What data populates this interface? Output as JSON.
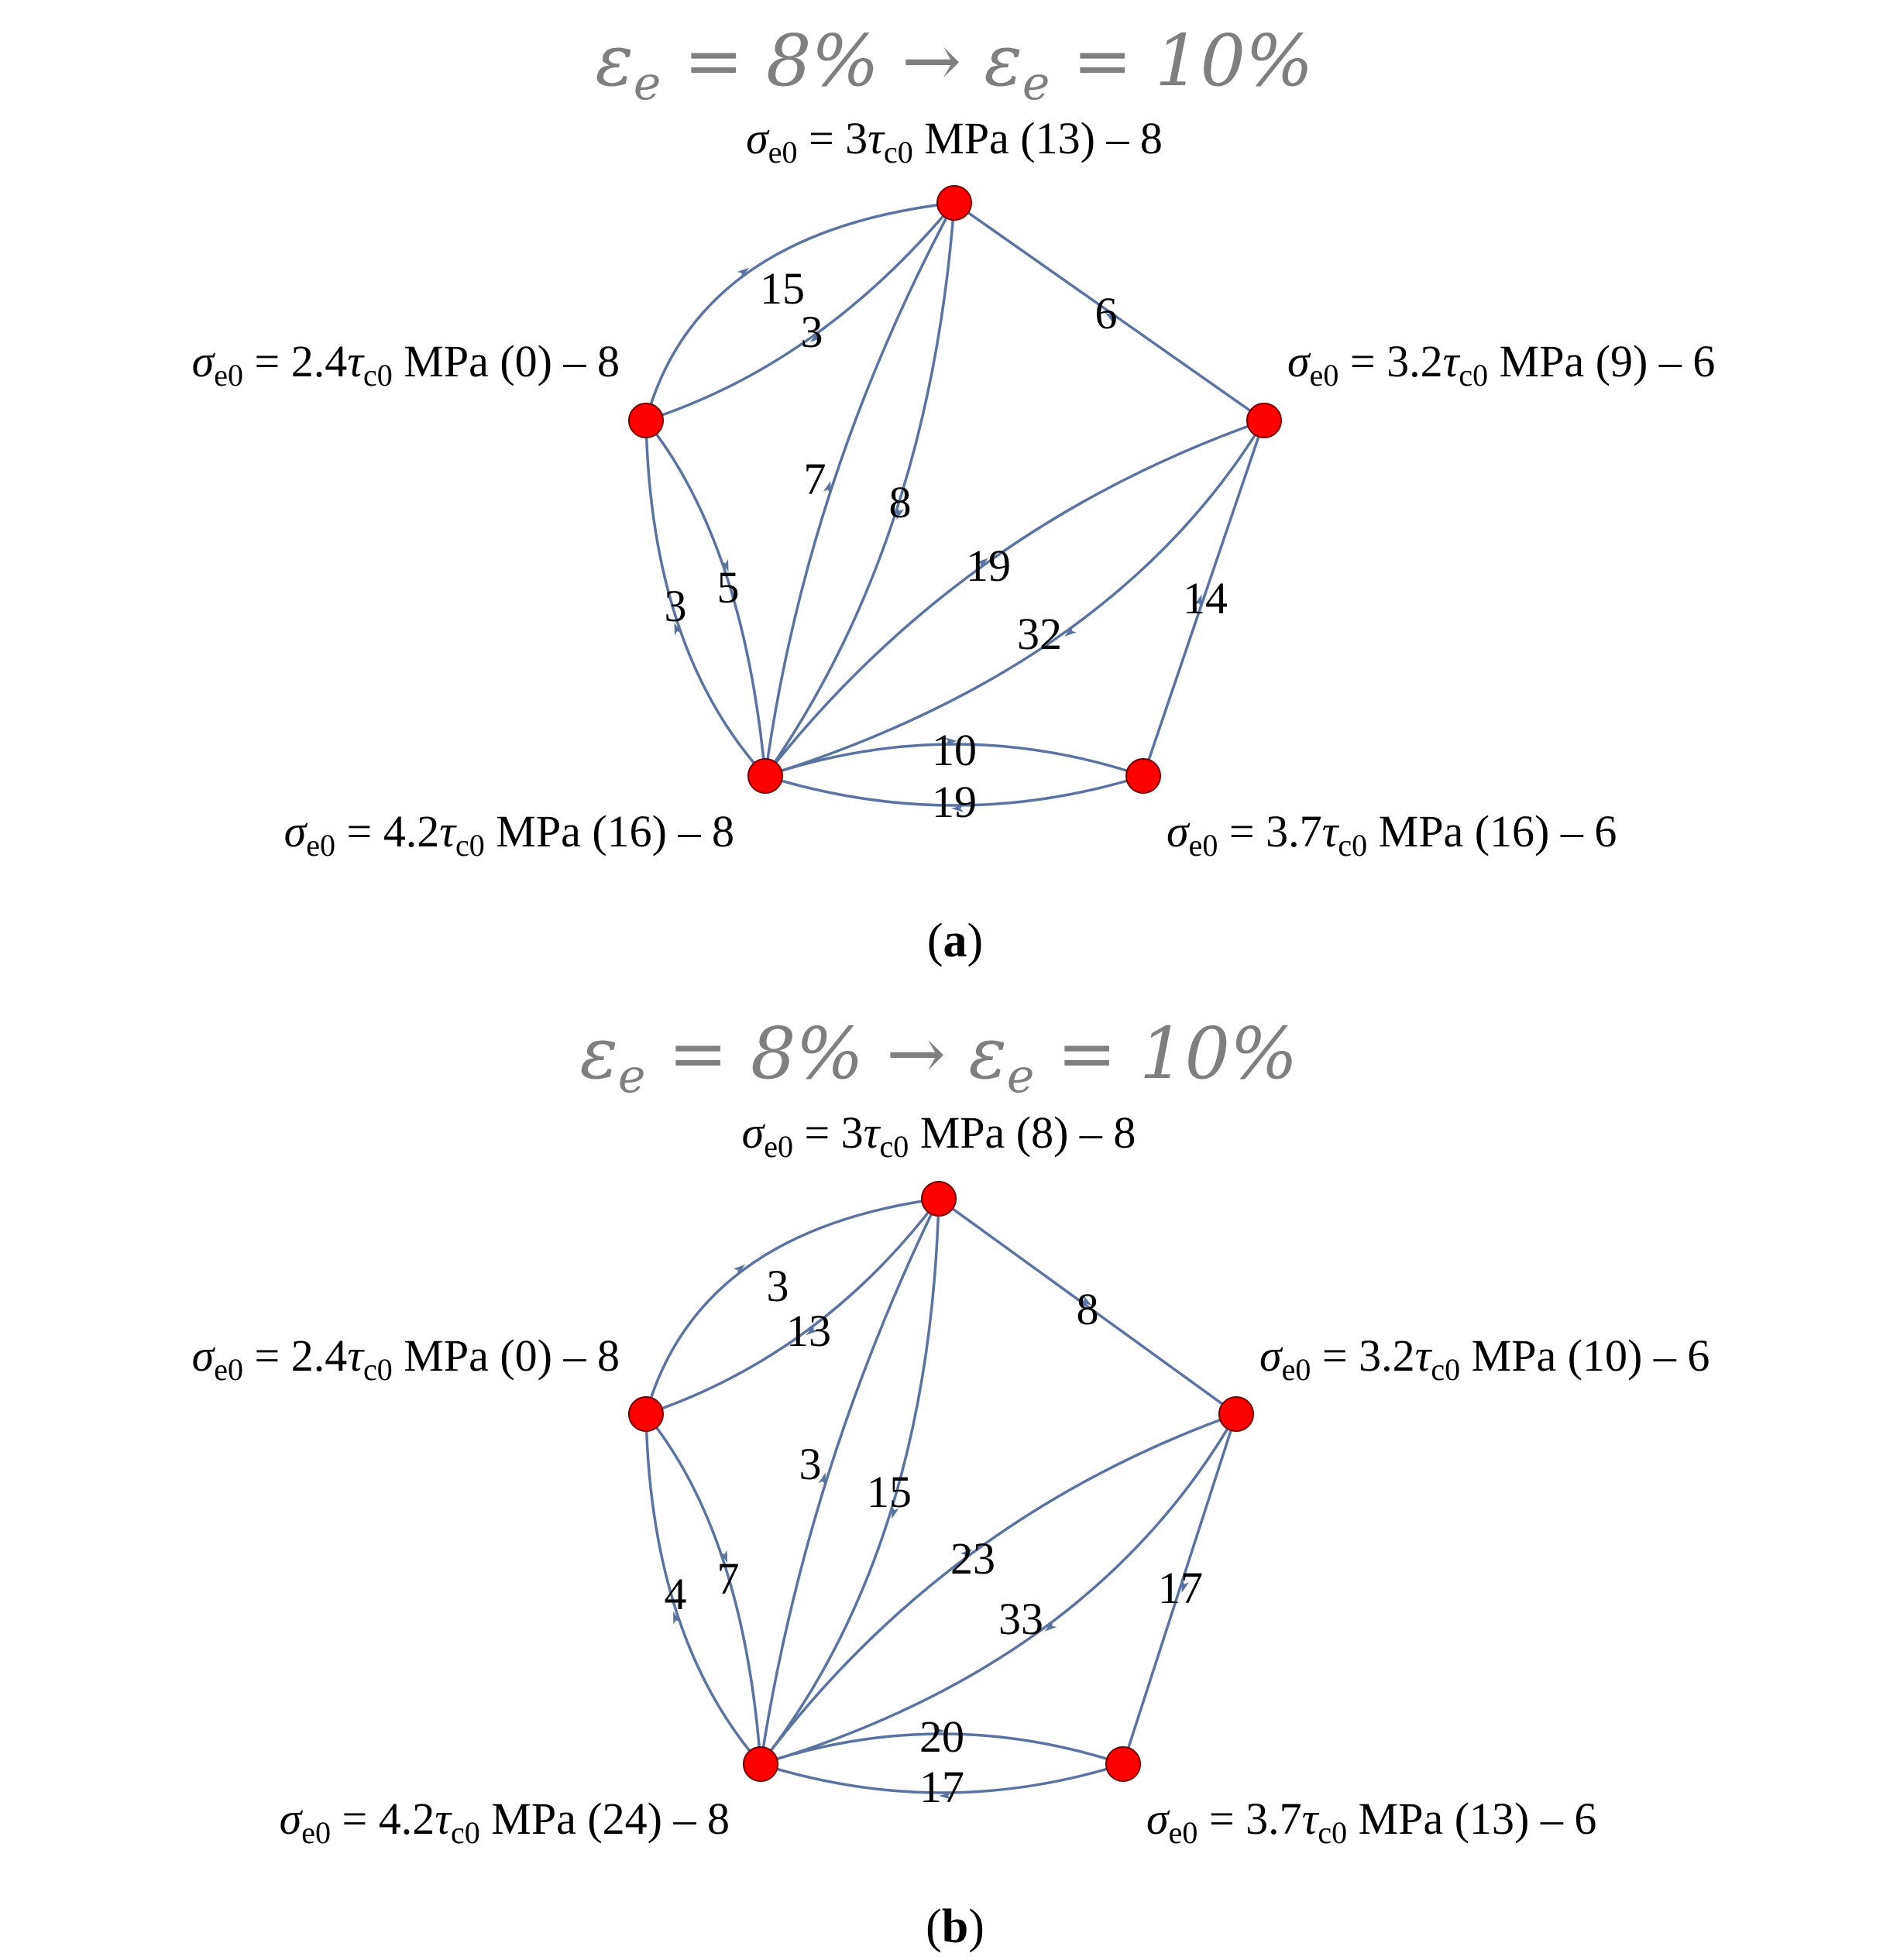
{
  "panels": [
    {
      "id": "a",
      "title": "εe = 8% → εe = 10%",
      "title_parts": {
        "lhs_sym": "ε",
        "lhs_sub": "e",
        "lhs_val": " = 8% → ",
        "rhs_sym": "ε",
        "rhs_sub": "e",
        "rhs_val": " = 10%"
      },
      "caption": "(a)",
      "caption_letter": "a",
      "nodes": [
        {
          "key": "top",
          "coef": "3",
          "count": "13",
          "suffix": "8"
        },
        {
          "key": "left",
          "coef": "2.4",
          "count": "0",
          "suffix": "8"
        },
        {
          "key": "right",
          "coef": "3.2",
          "count": "9",
          "suffix": "6"
        },
        {
          "key": "bl",
          "coef": "4.2",
          "count": "16",
          "suffix": "8"
        },
        {
          "key": "br",
          "coef": "3.7",
          "count": "16",
          "suffix": "6"
        }
      ],
      "edges": [
        {
          "from": "left",
          "to": "top",
          "label": "15"
        },
        {
          "from": "top",
          "to": "left",
          "label": "3"
        },
        {
          "from": "right",
          "to": "top",
          "label": "6"
        },
        {
          "from": "bl",
          "to": "top",
          "label": "7"
        },
        {
          "from": "top",
          "to": "bl",
          "label": "8"
        },
        {
          "from": "bl",
          "to": "left",
          "label": "3"
        },
        {
          "from": "left",
          "to": "bl",
          "label": "5"
        },
        {
          "from": "bl",
          "to": "right",
          "label": "19"
        },
        {
          "from": "right",
          "to": "bl",
          "label": "32"
        },
        {
          "from": "br",
          "to": "right",
          "label": "14"
        },
        {
          "from": "bl",
          "to": "br",
          "label": "10"
        },
        {
          "from": "br",
          "to": "bl",
          "label": "19"
        }
      ]
    },
    {
      "id": "b",
      "title": "εe = 8% → εe = 10%",
      "title_parts": {
        "lhs_sym": "ε",
        "lhs_sub": "e",
        "lhs_val": " = 8% → ",
        "rhs_sym": "ε",
        "rhs_sub": "e",
        "rhs_val": " = 10%"
      },
      "caption": "(b)",
      "caption_letter": "b",
      "nodes": [
        {
          "key": "top",
          "coef": "3",
          "count": "8",
          "suffix": "8"
        },
        {
          "key": "left",
          "coef": "2.4",
          "count": "0",
          "suffix": "8"
        },
        {
          "key": "right",
          "coef": "3.2",
          "count": "10",
          "suffix": "6"
        },
        {
          "key": "bl",
          "coef": "4.2",
          "count": "24",
          "suffix": "8"
        },
        {
          "key": "br",
          "coef": "3.7",
          "count": "13",
          "suffix": "6"
        }
      ],
      "edges": [
        {
          "from": "left",
          "to": "top",
          "label": "3"
        },
        {
          "from": "top",
          "to": "left",
          "label": "13"
        },
        {
          "from": "top",
          "to": "right",
          "label": "8"
        },
        {
          "from": "bl",
          "to": "top",
          "label": "3"
        },
        {
          "from": "top",
          "to": "bl",
          "label": "15"
        },
        {
          "from": "bl",
          "to": "left",
          "label": "4"
        },
        {
          "from": "left",
          "to": "bl",
          "label": "7"
        },
        {
          "from": "bl",
          "to": "right",
          "label": "23"
        },
        {
          "from": "right",
          "to": "bl",
          "label": "33"
        },
        {
          "from": "right",
          "to": "br",
          "label": "17"
        },
        {
          "from": "bl",
          "to": "br",
          "label": "20"
        },
        {
          "from": "br",
          "to": "bl",
          "label": "17"
        }
      ]
    }
  ],
  "label_text": {
    "sigma": "σ",
    "sigma_sub": "e0",
    "eq": " = ",
    "tau": "τ",
    "tau_sub": "c0",
    "unit": " MPa (",
    "close": ") – "
  },
  "colors": {
    "node_fill": "#ff0000",
    "edge": "#5a73a0",
    "title": "#7f7f7f"
  }
}
